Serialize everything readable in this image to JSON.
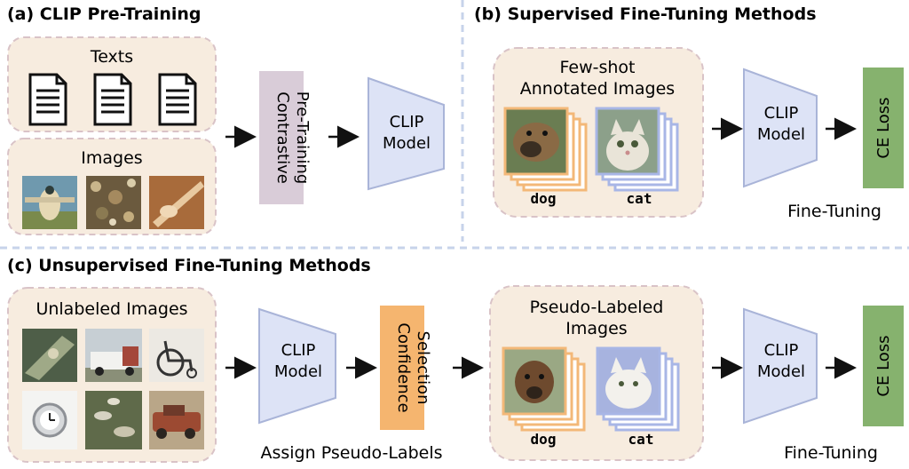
{
  "panel_a": {
    "title": "(a) CLIP Pre-Training",
    "texts_label": "Texts",
    "images_label": "Images",
    "contrastive": [
      "Contrastive",
      "Pre-Training"
    ],
    "clip_model": [
      "CLIP",
      "Model"
    ]
  },
  "panel_b": {
    "title": "(b) Supervised Fine-Tuning Methods",
    "fewshot": [
      "Few-shot",
      "Annotated Images"
    ],
    "dog": "dog",
    "cat": "cat",
    "clip_model": [
      "CLIP",
      "Model"
    ],
    "ce_loss": "CE Loss",
    "fine_tuning": "Fine-Tuning"
  },
  "panel_c": {
    "title": "(c) Unsupervised Fine-Tuning Methods",
    "unlabeled": "Unlabeled Images",
    "clip_model": [
      "CLIP",
      "Model"
    ],
    "confidence": [
      "Confidence",
      "Selection"
    ],
    "assign": "Assign Pseudo-Labels",
    "pseudo": [
      "Pseudo-Labeled",
      "Images"
    ],
    "dog": "dog",
    "cat": "cat",
    "clip_model2": [
      "CLIP",
      "Model"
    ],
    "ce_loss": "CE Loss",
    "fine_tuning": "Fine-Tuning"
  },
  "colors": {
    "beige": "#f7ecdf",
    "dashed_border": "#d9c3c7",
    "clip_fill": "#dde3f6",
    "clip_stroke": "#a9b4d8",
    "contrastive_fill": "#d9ccd8",
    "ce_fill": "#86b26e",
    "confidence_fill": "#f5b56f",
    "divider": "#c7d3ea",
    "orange_frame": "#f3b878",
    "blue_frame": "#a8b6e6"
  }
}
